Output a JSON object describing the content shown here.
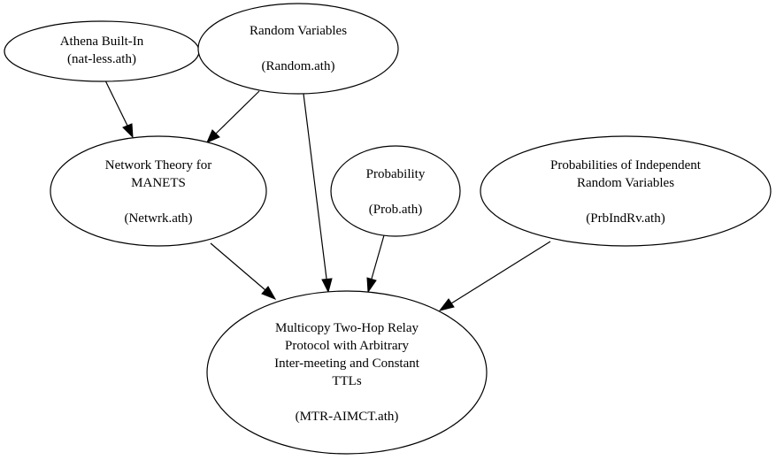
{
  "nodes": {
    "athena": {
      "lines": [
        "Athena Built-In",
        "(nat-less.ath)"
      ]
    },
    "random": {
      "lines": [
        "Random Variables",
        "",
        "(Random.ath)"
      ]
    },
    "netwrk": {
      "lines": [
        "Network Theory for",
        "MANETS",
        "",
        "(Netwrk.ath)"
      ]
    },
    "prob": {
      "lines": [
        "Probability",
        "",
        "(Prob.ath)"
      ]
    },
    "prbindrv": {
      "lines": [
        "Probabilities of Independent",
        "Random Variables",
        "",
        "(PrbIndRv.ath)"
      ]
    },
    "mtr": {
      "lines": [
        "Multicopy Two-Hop Relay",
        "Protocol with Arbitrary",
        "Inter-meeting and Constant",
        "TTLs",
        "",
        "(MTR-AIMCT.ath)"
      ]
    }
  },
  "edges": [
    {
      "from": "athena",
      "to": "netwrk"
    },
    {
      "from": "random",
      "to": "netwrk"
    },
    {
      "from": "random",
      "to": "mtr"
    },
    {
      "from": "netwrk",
      "to": "mtr"
    },
    {
      "from": "prob",
      "to": "mtr"
    },
    {
      "from": "prbindrv",
      "to": "mtr"
    }
  ]
}
